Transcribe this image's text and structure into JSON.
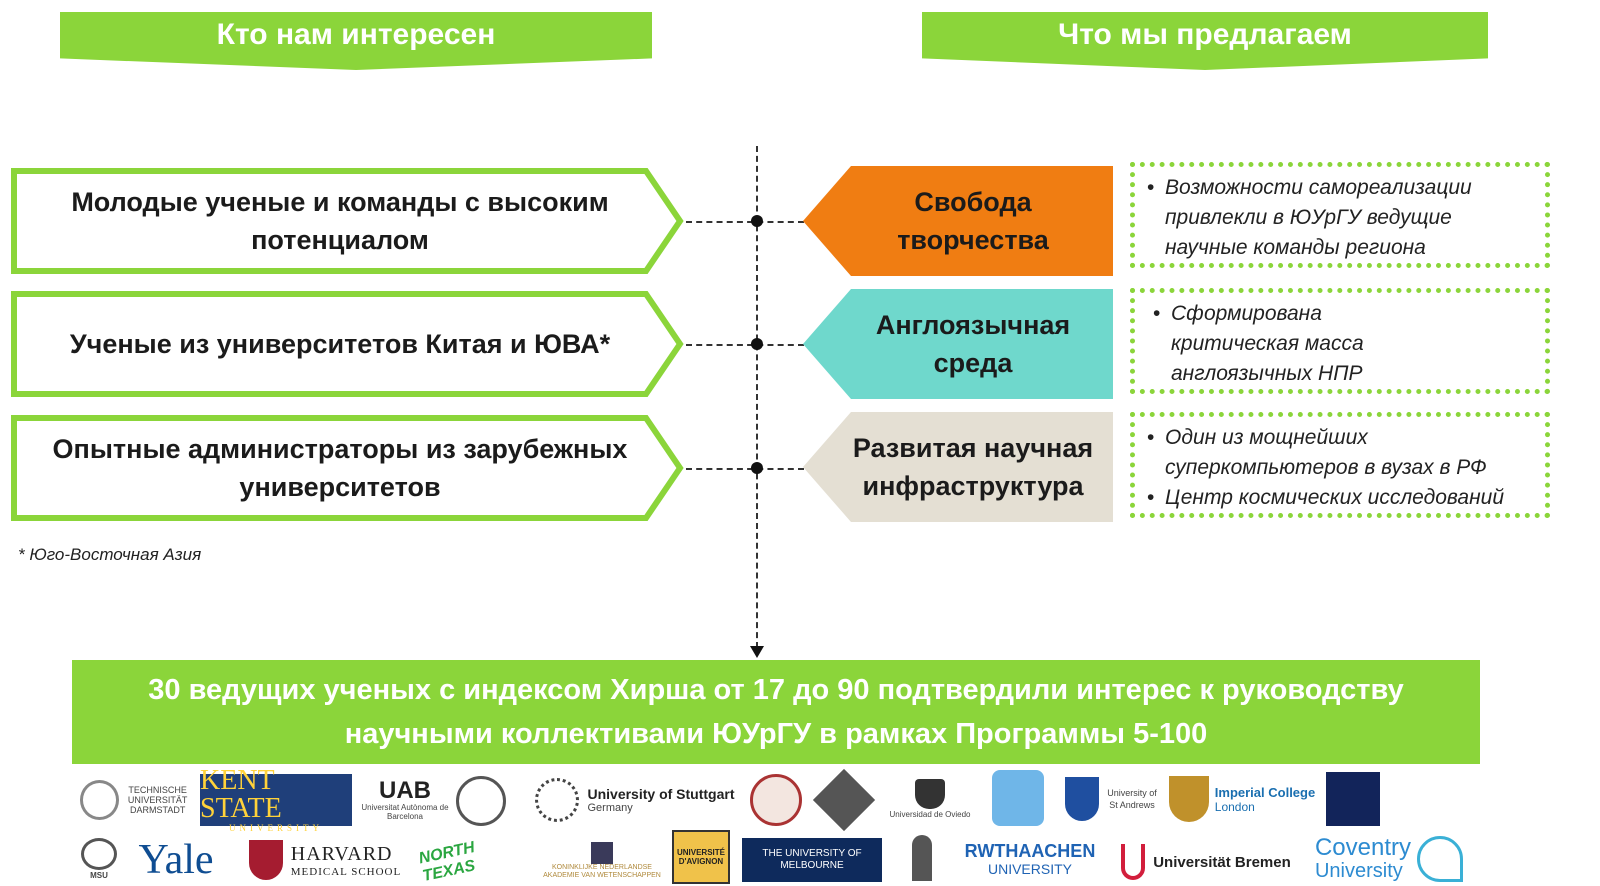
{
  "headers": {
    "left": "Кто нам интересен",
    "right": "Что мы предлагаем"
  },
  "audiences": [
    {
      "line1": "Молодые ученые и команды с высоким",
      "line2": "потенциалом"
    },
    {
      "line1": "Ученые из университетов Китая и ЮВА*",
      "line2": ""
    },
    {
      "line1": "Опытные администраторы из зарубежных",
      "line2": "университетов"
    }
  ],
  "offers": [
    {
      "line1": "Свобода",
      "line2": "творчества",
      "color": "#f07d12"
    },
    {
      "line1": "Англоязычная",
      "line2": "среда",
      "color": "#6fd8cc"
    },
    {
      "line1": "Развитая научная",
      "line2": "инфраструктура",
      "color": "#e4dfd3"
    }
  ],
  "details": [
    {
      "bullets": [
        {
          "lines": [
            "Возможности самореализации",
            "привлекли в ЮУрГУ ведущие",
            "научные команды региона"
          ]
        }
      ]
    },
    {
      "bullets": [
        {
          "lines": [
            "Сформирована",
            "критическая масса",
            "англоязычных НПР"
          ]
        }
      ]
    },
    {
      "bullets": [
        {
          "lines": [
            "Один из мощнейших",
            "суперкомпьютеров в вузах в РФ"
          ]
        },
        {
          "lines": [
            "Центр космических исследований"
          ]
        }
      ]
    }
  ],
  "footnote": "* Юго-Восточная Азия",
  "banner": {
    "line1": "30 ведущих ученых с индексом Хирша от 17 до 90 подтвердили интерес к руководству",
    "line2": "научными коллективами ЮУрГУ в рамках Программы 5-100"
  },
  "accent_green": "#8bd53a",
  "logos": {
    "tu_darmstadt": "TECHNISCHE UNIVERSITÄT DARMSTADT",
    "kent_state": "KENT STATE",
    "kent_state_sub": "UNIVERSITY",
    "uab": "UAB",
    "uab_sub": "Universitat Autònoma de Barcelona",
    "stuttgart": "University of Stuttgart",
    "stuttgart_sub": "Germany",
    "oviedo": "Universidad de Oviedo",
    "st_andrews": "University of St Andrews",
    "imperial": "Imperial College",
    "imperial_sub": "London",
    "msu": "MSU",
    "yale": "Yale",
    "harvard": "HARVARD",
    "harvard_sub": "MEDICAL SCHOOL",
    "north_texas": "NORTH TEXAS",
    "knaw": "KONINKLIJKE NEDERLANDSE AKADEMIE VAN WETENSCHAPPEN",
    "avignon": "UNIVERSITÉ D'AVIGNON",
    "melbourne": "THE UNIVERSITY OF MELBOURNE",
    "rwth": "RWTHAACHEN",
    "rwth_sub": "UNIVERSITY",
    "bremen": "Universität Bremen",
    "coventry": "Coventry",
    "coventry_sub": "University"
  }
}
